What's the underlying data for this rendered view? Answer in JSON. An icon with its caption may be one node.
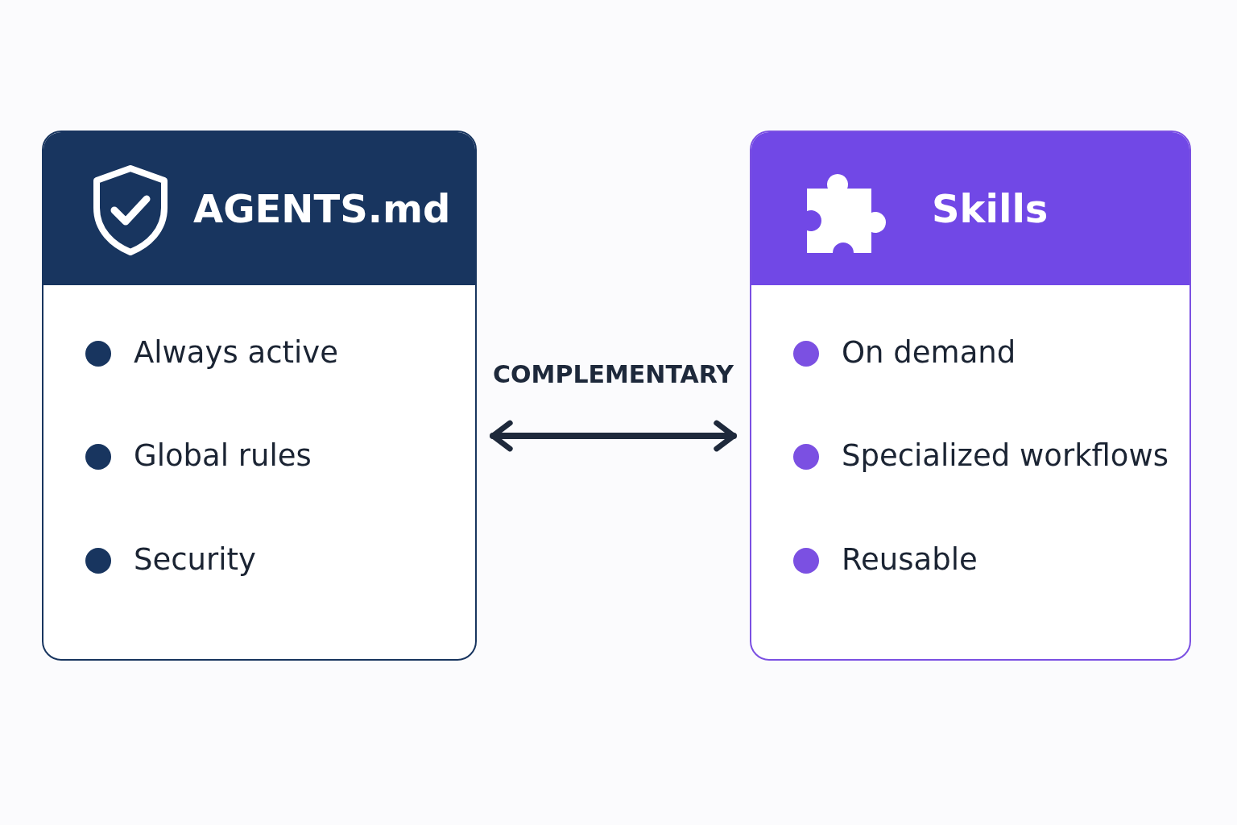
{
  "diagram": {
    "nodes": [
      {
        "text": [
          "AGENTS.md",
          "Always active",
          "Global rules",
          "Security"
        ]
      },
      {
        "text": [
          "Skills",
          "On demand",
          "Specialized workflows",
          "Reusable"
        ]
      }
    ],
    "edges": [
      {
        "from": 0,
        "to": 1,
        "arrow": "both",
        "label": "COMPLEMENTARY"
      }
    ]
  }
}
